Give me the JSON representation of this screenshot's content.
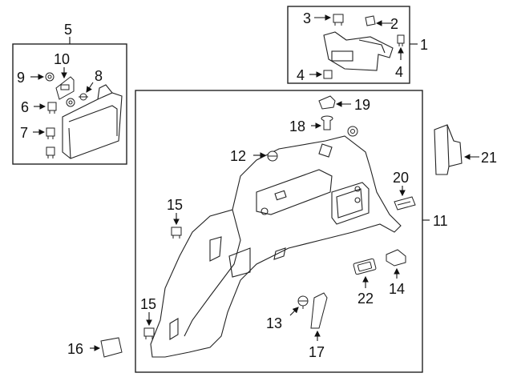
{
  "diagram": {
    "callouts": {
      "c1": "1",
      "c2": "2",
      "c3": "3",
      "c4a": "4",
      "c4b": "4",
      "c5": "5",
      "c6": "6",
      "c7": "7",
      "c8": "8",
      "c9": "9",
      "c10": "10",
      "c11": "11",
      "c12": "12",
      "c13": "13",
      "c14": "14",
      "c15a": "15",
      "c15b": "15",
      "c16": "16",
      "c17": "17",
      "c18": "18",
      "c19": "19",
      "c20": "20",
      "c21": "21",
      "c22": "22"
    }
  }
}
